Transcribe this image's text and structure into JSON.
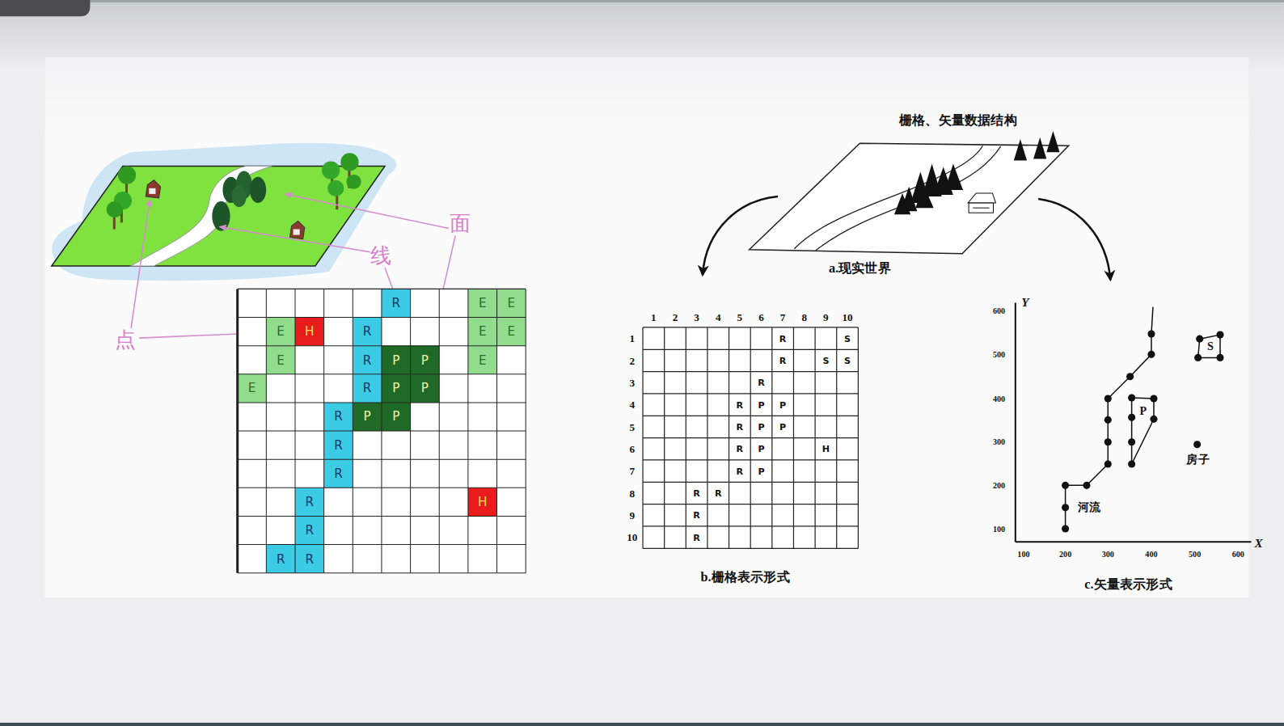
{
  "diagram": {
    "title": "栅格、矢量数据结构",
    "labels": [
      "面",
      "线",
      "点",
      "R",
      "E",
      "E",
      "E",
      "H",
      "R",
      "E",
      "E",
      "E",
      "R",
      "P",
      "P",
      "E",
      "E",
      "R",
      "P",
      "P",
      "R",
      "P",
      "P",
      "R",
      "R",
      "R",
      "H",
      "R",
      "R",
      "R",
      "a.现实世界",
      "1",
      "2",
      "3",
      "4",
      "5",
      "6",
      "7",
      "8",
      "9",
      "10",
      "1",
      "R",
      "S",
      "2",
      "R",
      "S",
      "S",
      "3",
      "R",
      "4",
      "R",
      "P",
      "P",
      "5",
      "R",
      "P",
      "P",
      "6",
      "R",
      "P",
      "H",
      "7",
      "R",
      "P",
      "8",
      "R",
      "R",
      "9",
      "R",
      "10",
      "R",
      "b.栅格表示形式",
      "Y",
      "600",
      "500",
      "400",
      "300",
      "200",
      "100",
      "S",
      "P",
      "房子",
      "河流",
      "100",
      "200",
      "300",
      "400",
      "500",
      "600",
      "X",
      "c.矢量表示形式"
    ]
  }
}
